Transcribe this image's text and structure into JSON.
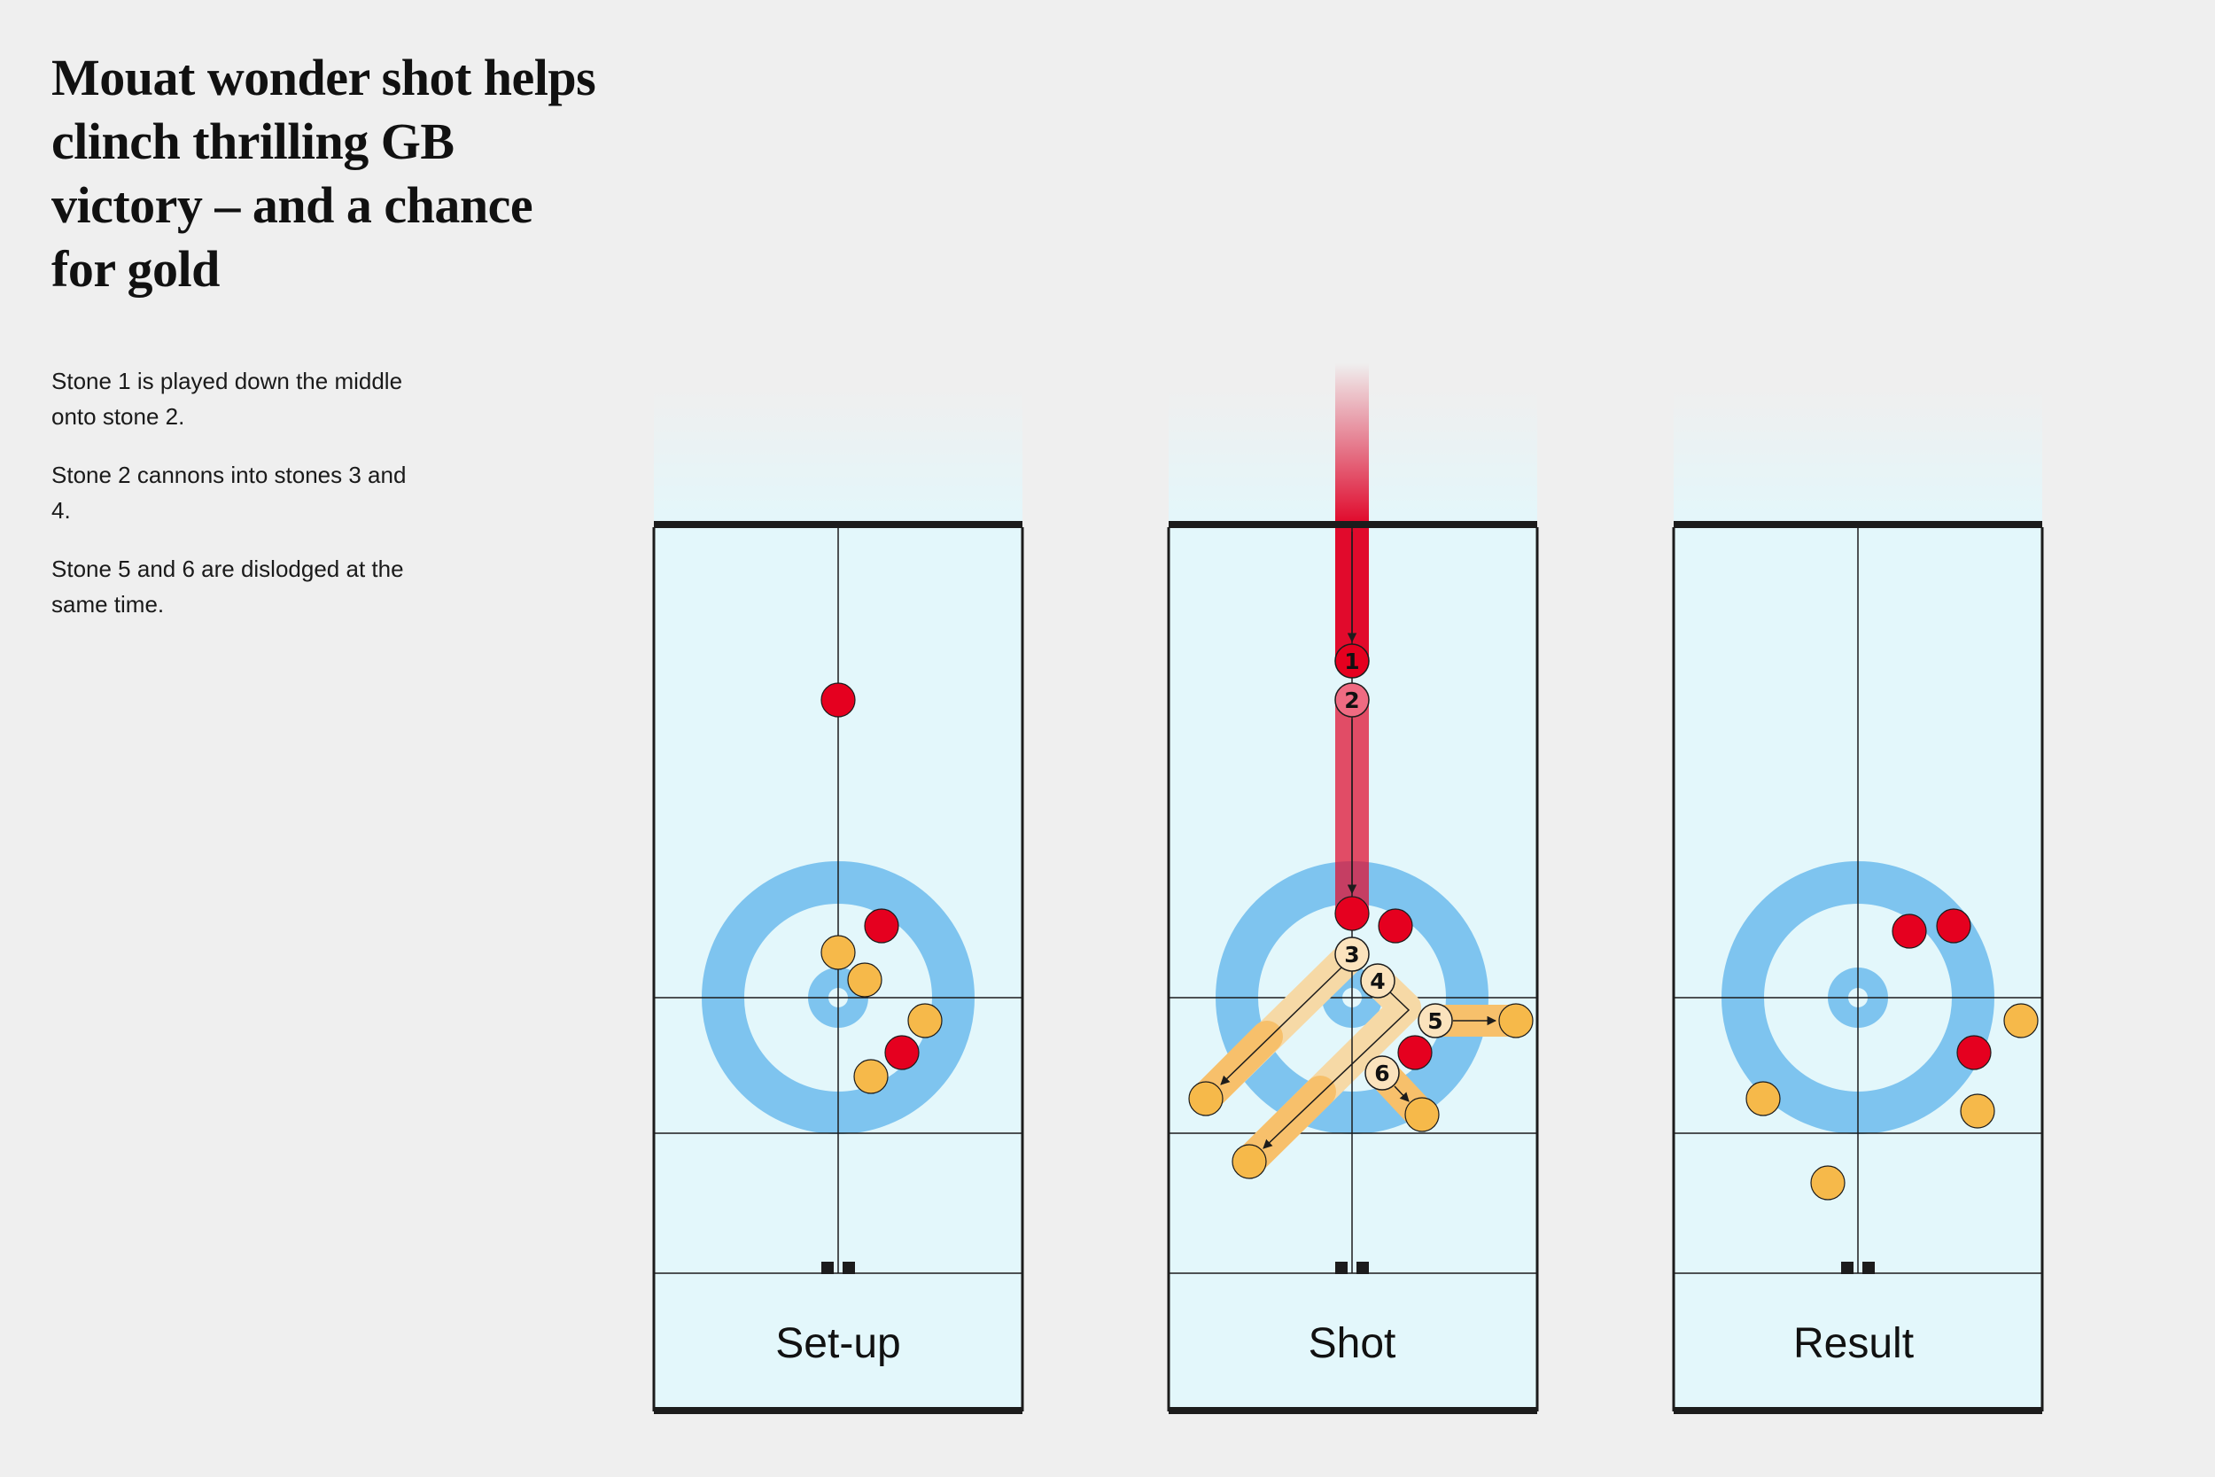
{
  "headline": "Mouat wonder shot helps clinch thrilling GB victory – and a chance for gold",
  "captions": [
    "Stone 1 is played down the middle onto stone 2.",
    "Stone 2 cannons into stones 3 and 4.",
    "Stone 5 and 6 are dislodged at the same time."
  ],
  "panels": [
    {
      "label": "Set-up"
    },
    {
      "label": "Shot"
    },
    {
      "label": "Result"
    }
  ],
  "stones": {
    "shot": [
      "1",
      "2",
      "3",
      "4",
      "5",
      "6"
    ]
  },
  "colors": {
    "background": "#efefef",
    "ice": "#e3f7fb",
    "house_ring": "#7ec4ef",
    "red_stone": "#e5001f",
    "yellow_stone": "#f6b94a",
    "red_path": "#e10a2c",
    "yellow_path": "#f7c06b",
    "pale_path": "#f6d9a6",
    "lines": "#1c1c1c"
  }
}
